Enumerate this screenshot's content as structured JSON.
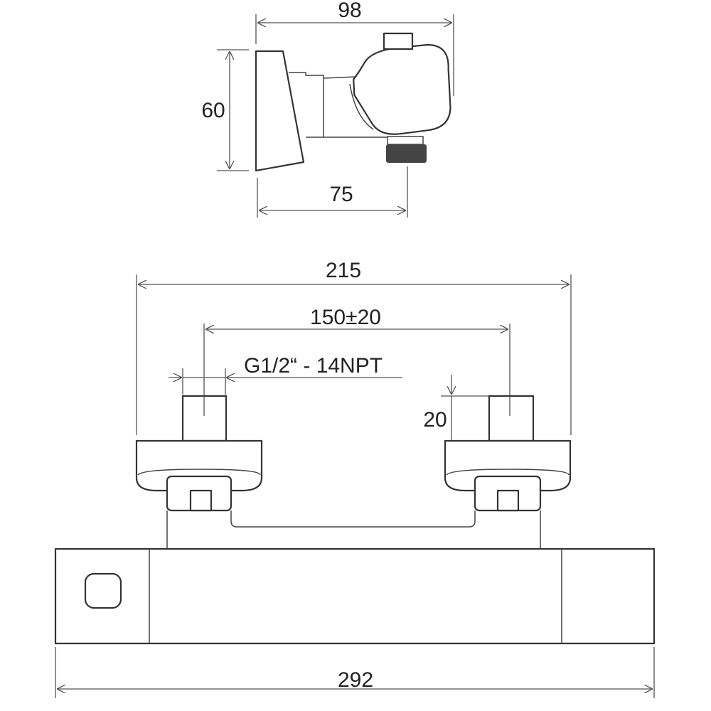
{
  "side_view": {
    "width_label": "98",
    "height_label": "60",
    "outlet_label": "75"
  },
  "front_view": {
    "outer_inlets_label": "215",
    "inlet_spacing_label": "150±20",
    "thread_label": "G1/2“ - 14NPT",
    "stub_length_label": "20",
    "body_length_label": "292"
  },
  "colors": {
    "line": "#333333",
    "thread_fill": "#444444"
  }
}
